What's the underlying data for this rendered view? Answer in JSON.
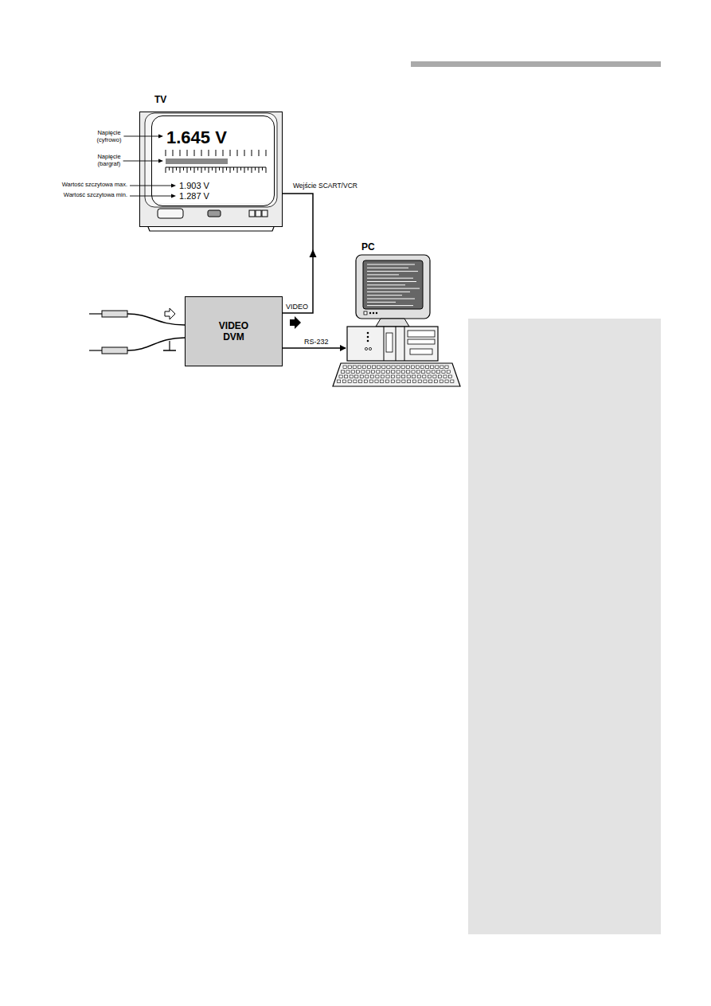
{
  "diagram": {
    "nodes": [
      {
        "text": [
          "TV"
        ]
      },
      {
        "text": [
          "1.645 V",
          "1.903 V",
          "1.287 V"
        ],
        "in": 0
      },
      {
        "text": [
          "VIDEO DVM"
        ]
      },
      {
        "text": [
          "PC"
        ]
      }
    ],
    "edges": [
      {
        "from": 2,
        "to": 0,
        "arrow": "to",
        "label": "VIDEO"
      },
      {
        "from": 2,
        "to": 3,
        "arrow": "to",
        "label": "RS-232"
      }
    ],
    "labels": [
      "Napięcie (cyfrowo)",
      "Napięcie (bargraf)",
      "Wartość szczytowa max.",
      "Wartość szczytowa min.",
      "Wejście SCART/VCR"
    ]
  }
}
